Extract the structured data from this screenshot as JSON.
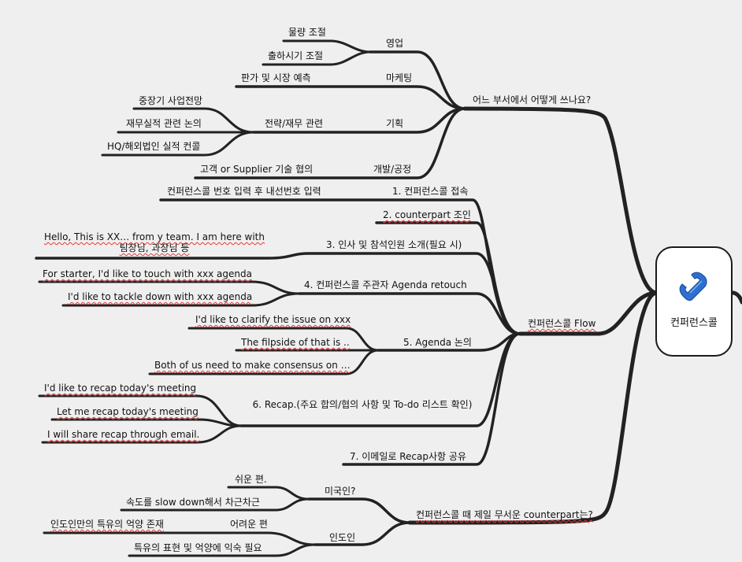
{
  "central": {
    "label": "컨퍼런스콜",
    "icon": "phone-icon",
    "icon_color": "#2f6fd0"
  },
  "colors": {
    "background": "#efefef",
    "branch": "#222222",
    "spellcheck": "#e23a3a"
  },
  "branches": [
    {
      "label": "어느 부서에서 어떻게 쓰나요?",
      "children": [
        {
          "label": "영업",
          "children": [
            {
              "label": "물량 조절"
            },
            {
              "label": "출하시기 조절"
            }
          ]
        },
        {
          "label": "마케팅",
          "children": [
            {
              "label": "판가 및 시장 예측"
            }
          ]
        },
        {
          "label": "기획",
          "children": [
            {
              "label": "전략/재무 관련",
              "children": [
                {
                  "label": "중장기 사업전망"
                },
                {
                  "label": "재무실적 관련 논의"
                },
                {
                  "label": "HQ/해외법인 실적 컨콜"
                }
              ]
            }
          ]
        },
        {
          "label": "개발/공정",
          "children": [
            {
              "label": "고객 or Supplier 기술 협의"
            }
          ]
        }
      ]
    },
    {
      "label": "컨퍼런스콜 Flow",
      "children": [
        {
          "label": "1. 컨퍼런스콜 접속",
          "children": [
            {
              "label": "컨퍼런스콜 번호 입력 후 내선번호 입력"
            }
          ]
        },
        {
          "label": "2. counterpart 조인"
        },
        {
          "label": "3. 인사 및 참석인원 소개(필요 시)",
          "children": [
            {
              "label": "Hello, This is XX… from y team. I am here with 팀장님, 과장님 등"
            }
          ]
        },
        {
          "label": "4. 컨퍼런스콜 주관자 Agenda retouch",
          "children": [
            {
              "label": "For starter, I'd like to touch with xxx agenda"
            },
            {
              "label": "I'd like to tackle down with xxx agenda"
            }
          ]
        },
        {
          "label": "5. Agenda 논의",
          "children": [
            {
              "label": "I'd like to clarify the issue on xxx"
            },
            {
              "label": "The filpside of that is .."
            },
            {
              "label": "Both of us need to make consensus on …"
            }
          ]
        },
        {
          "label": "6. Recap.(주요 합의/협의 사항 및 To-do 리스트 확인)",
          "children": [
            {
              "label": "I'd like to recap  today's meeting"
            },
            {
              "label": "Let me recap today's meeting"
            },
            {
              "label": "I will share recap through email."
            }
          ]
        },
        {
          "label": "7. 이메일로 Recap사항 공유"
        }
      ]
    },
    {
      "label": "컨퍼런스콜 때 제일 무서운 counterpart는?",
      "children": [
        {
          "label": "미국인?",
          "children": [
            {
              "label": "쉬운 편."
            },
            {
              "label": "속도를 slow down해서 차근차근"
            }
          ]
        },
        {
          "label": "인도인",
          "children": [
            {
              "label": "어려운 편",
              "children": [
                {
                  "label": "인도인만의 특유의 억양 존재"
                }
              ]
            },
            {
              "label": "특유의 표현 및 억양에 익숙 필요"
            }
          ]
        }
      ]
    }
  ]
}
